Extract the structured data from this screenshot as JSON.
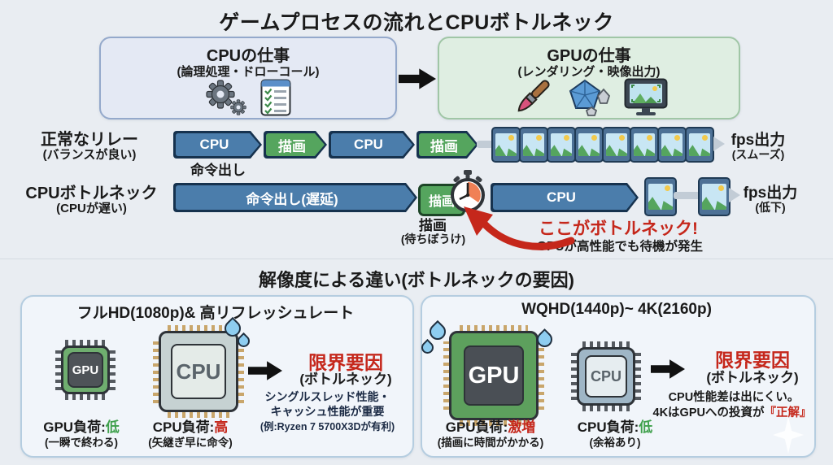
{
  "title": "ゲームプロセスの流れとCPUボトルネック",
  "flow": {
    "cpu_box": {
      "title": "CPUの仕事",
      "subtitle": "(論理処理・ドローコール)"
    },
    "gpu_box": {
      "title": "GPUの仕事",
      "subtitle": "(レンダリング・映像出力)"
    }
  },
  "normal_relay": {
    "label": "正常なリレー",
    "sublabel": "(バランスが良い)",
    "segments": [
      {
        "label": "CPU"
      },
      {
        "label": "描画"
      },
      {
        "label": "CPU"
      },
      {
        "label": "描画"
      }
    ],
    "caption": "命令出し",
    "fps": {
      "label": "fps出力",
      "sublabel": "(スムーズ)"
    }
  },
  "bottleneck": {
    "label": "CPUボトルネック",
    "sublabel": "(CPUが遅い)",
    "command_arrow": "命令出し(遅延)",
    "draw_box": "描画",
    "cpu_arrow": "CPU",
    "wait_caption": "描画",
    "wait_sub": "(待ちぼうけ)",
    "callout_title": "ここがボトルネック!",
    "callout_sub": "GPUが高性能でも待機が発生",
    "fps": {
      "label": "fps出力",
      "sublabel": "(低下)"
    }
  },
  "resolution": {
    "title": "解像度による違い(ボトルネックの要因)",
    "left": {
      "title": "フルHD(1080p)& 高リフレッシュレート",
      "gpu_chip_label": "GPU",
      "cpu_chip_label": "CPU",
      "limit_title": "限界要因",
      "limit_sub": "(ボトルネック)",
      "desc_line1": "シングルスレッド性能・",
      "desc_line2": "キャッシュ性能が重要",
      "desc_line3": "(例:Ryzen 7 5700X3Dが有利)",
      "gpu_load": {
        "label": "GPU負荷:",
        "value": "低",
        "sub": "(一瞬で終わる)"
      },
      "cpu_load": {
        "label": "CPU負荷:",
        "value": "高",
        "sub": "(矢継ぎ早に命令)"
      }
    },
    "right": {
      "title": "WQHD(1440p)~ 4K(2160p)",
      "gpu_chip_label": "GPU",
      "cpu_chip_label": "CPU",
      "limit_title": "限界要因",
      "limit_sub": "(ボトルネック)",
      "desc_line1": "CPU性能差は出にくい。",
      "desc_line2a": "4KはGPUへの投資が",
      "desc_line2b": "『正解』",
      "gpu_load": {
        "label": "GPU負荷:",
        "value": "激増",
        "sub": "(描画に時間がかかる)"
      },
      "cpu_load": {
        "label": "CPU負荷:",
        "value": "低",
        "sub": "(余裕あり)"
      }
    }
  },
  "colors": {
    "accent_red": "#c5271b",
    "accent_green": "#3fa04c",
    "chevron_blue": "#4b7dab",
    "chevron_green": "#55a55e",
    "page_bg": "#e9edf2"
  }
}
